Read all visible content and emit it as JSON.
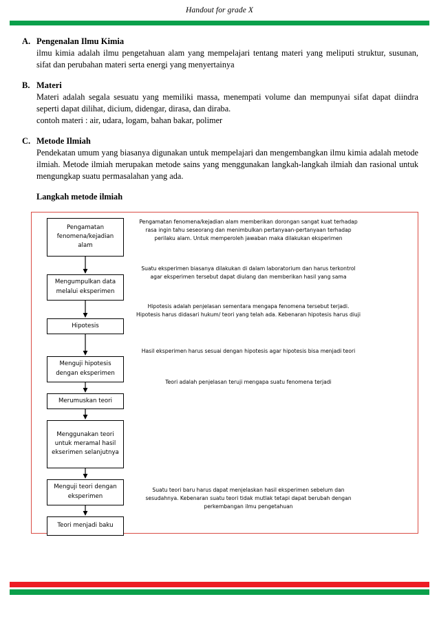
{
  "header": {
    "title": "Handout for grade X"
  },
  "colors": {
    "green_bar": "#0AA04B",
    "red_bar": "#ED1C24",
    "frame_border": "#d94a42",
    "box_border": "#000000"
  },
  "sections": [
    {
      "letter": "A.",
      "title": "Pengenalan Ilmu Kimia",
      "body": "ilmu kimia adalah ilmu pengetahuan alam yang mempelajari tentang materi yang meliputi struktur, susunan, sifat dan perubahan materi serta energi yang menyertainya"
    },
    {
      "letter": "B.",
      "title": "Materi",
      "body": "Materi adalah segala sesuatu yang memiliki massa, menempati volume dan mempunyai sifat dapat diindra seperti dapat dilihat, dicium, didengar, dirasa, dan diraba.",
      "body2": "contoh materi : air, udara, logam, bahan bakar, polimer"
    },
    {
      "letter": "C.",
      "title": "Metode Ilmiah",
      "body": "Pendekatan umum yang biasanya digunakan untuk mempelajari dan mengembangkan ilmu kimia adalah metode ilmiah. Metode ilmiah merupakan metode sains yang menggunakan langkah-langkah ilmiah dan rasional untuk mengungkap suatu permasalahan yang ada."
    }
  ],
  "flowchart": {
    "subheading": "Langkah metode ilmiah",
    "steps": [
      {
        "label": "Pengamatan fenomena/kejadian alam"
      },
      {
        "label": "Mengumpulkan data melalui eksperimen"
      },
      {
        "label": "Hipotesis"
      },
      {
        "label": "Menguji hipotesis dengan eksperimen"
      },
      {
        "label": "Merumuskan teori"
      },
      {
        "label": "Menggunakan teori untuk meramal hasil ekserimen selanjutnya"
      },
      {
        "label": "Menguji teori dengan eksperimen"
      },
      {
        "label": "Teori menjadi baku"
      }
    ],
    "notes": [
      {
        "text": "Pengamatan fenomena/kejadian alam memberikan dorongan sangat kuat terhadap rasa ingin tahu seseorang dan menimbulkan pertanyaan-pertanyaan terhadap perilaku alam. Untuk memperoleh jawaban maka dilakukan eksperimen"
      },
      {
        "text": "Suatu eksperimen biasanya dilakukan di dalam laboratorium dan harus terkontrol agar eksperimen tersebut dapat diulang dan memberikan hasil yang sama"
      },
      {
        "text": "Hipotesis adalah penjelasan sementara mengapa fenomena tersebut terjadi. Hipotesis harus didasari hukum/ teori yang telah ada. Kebenaran hipotesis harus diuji"
      },
      {
        "text": "Hasil eksperimen harus sesuai dengan hipotesis agar hipotesis bisa menjadi teori"
      },
      {
        "text": "Teori adalah penjelasan teruji mengapa suatu fenomena terjadi"
      },
      {
        "text": "Suatu teori baru harus dapat menjelaskan hasil eksperimen sebelum dan sesudahnya. Kebenaran suatu teori tidak mutlak tetapi dapat berubah dengan perkembangan ilmu pengetahuan"
      }
    ]
  }
}
